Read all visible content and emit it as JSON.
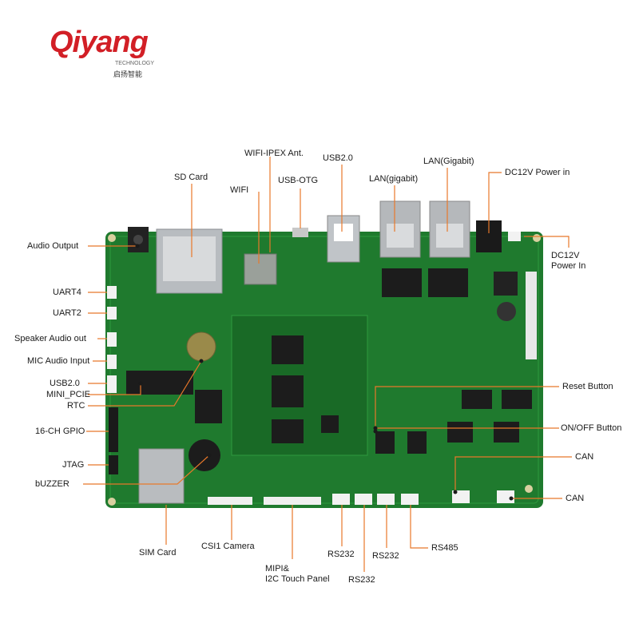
{
  "brand": {
    "name": "Qiyang",
    "tagline": "TECHNOLOGY",
    "chinese": "启扬智能",
    "color": "#d21f26"
  },
  "colors": {
    "pcb": "#1f7a2e",
    "pcb_dark": "#145a20",
    "leader": "#e8782a"
  },
  "labels": {
    "audio_output": "Audio Output",
    "uart4": "UART4",
    "uart2": "UART2",
    "speaker_audio_out": "Speaker Audio out",
    "mic_audio_input": "MIC Audio Input",
    "usb20_left": "USB2.0",
    "mini_pcie": "MINI_PCIE",
    "rtc": "RTC",
    "gpio": "16-CH GPIO",
    "jtag": "JTAG",
    "buzzer": "bUZZER",
    "sd_card": "SD Card",
    "wifi": "WIFI",
    "wifi_ipex": "WIFI-IPEX Ant.",
    "usb_otg": "USB-OTG",
    "usb20_top": "USB2.0",
    "lan_gigabit_1": "LAN(gigabit)",
    "lan_gigabit_2": "LAN(Gigabit)",
    "dc12v_power_in_top": "DC12V Power in",
    "dc12v_right_line1": "DC12V",
    "dc12v_right_line2": "Power In",
    "reset_button": "Reset Button",
    "onoff_button": "ON/OFF Button",
    "can_1": "CAN",
    "can_2": "CAN",
    "sim_card": "SIM Card",
    "csi1_camera": "CSI1 Camera",
    "mipi_line1": "MIPI&",
    "mipi_line2": "I2C Touch Panel",
    "rs232_1": "RS232",
    "rs232_2": "RS232",
    "rs232_3": "RS232",
    "rs485": "RS485"
  }
}
